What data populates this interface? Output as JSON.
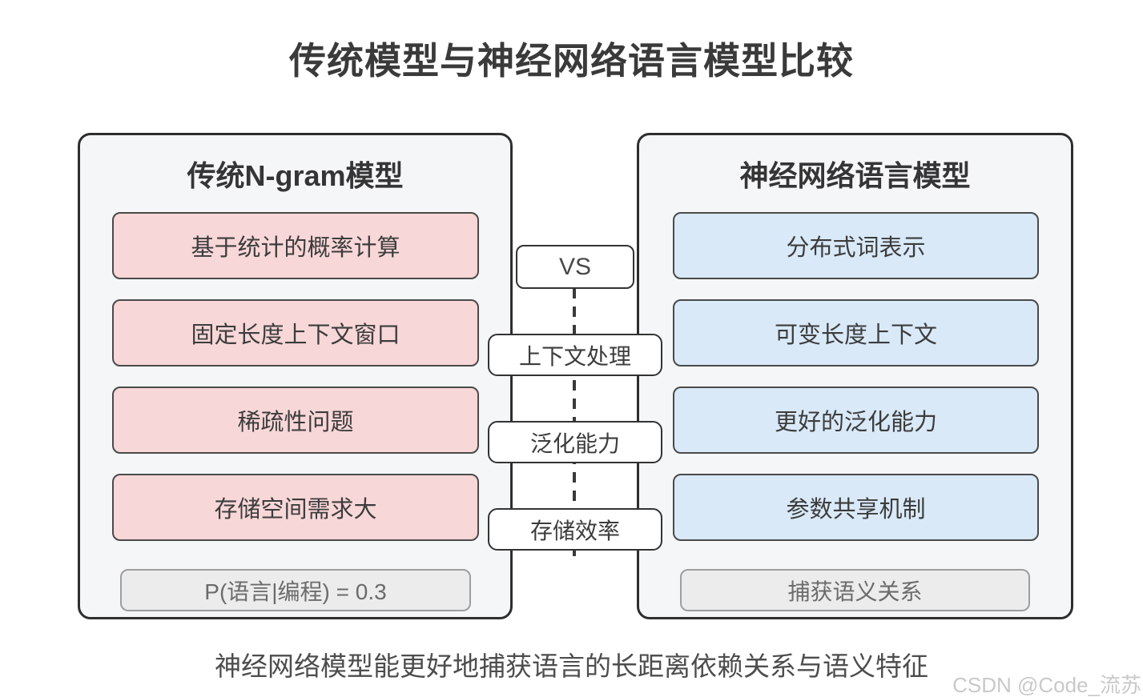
{
  "title": "传统模型与神经网络语言模型比较",
  "left_panel": {
    "title": "传统N-gram模型",
    "items": [
      "基于统计的概率计算",
      "固定长度上下文窗口",
      "稀疏性问题",
      "存储空间需求大"
    ],
    "example": "P(语言|编程) = 0.3"
  },
  "right_panel": {
    "title": "神经网络语言模型",
    "items": [
      "分布式词表示",
      "可变长度上下文",
      "更好的泛化能力",
      "参数共享机制"
    ],
    "example": "捕获语义关系"
  },
  "center": {
    "vs_label": "VS",
    "comparison_labels": [
      "上下文处理",
      "泛化能力",
      "存储效率"
    ]
  },
  "caption": "神经网络模型能更好地捕获语言的长距离依赖关系与语义特征",
  "watermark": "CSDN @Code_流苏",
  "colors": {
    "pink_fill": "#f8d7d8",
    "blue_fill": "#d9e9f8",
    "panel_fill": "#f5f6f8",
    "panel_border": "#2e2e2e",
    "item_border": "#4a4a4a",
    "example_fill": "#ececec",
    "example_border": "#9e9e9e",
    "watermark_gray": "#c9c9c9"
  }
}
